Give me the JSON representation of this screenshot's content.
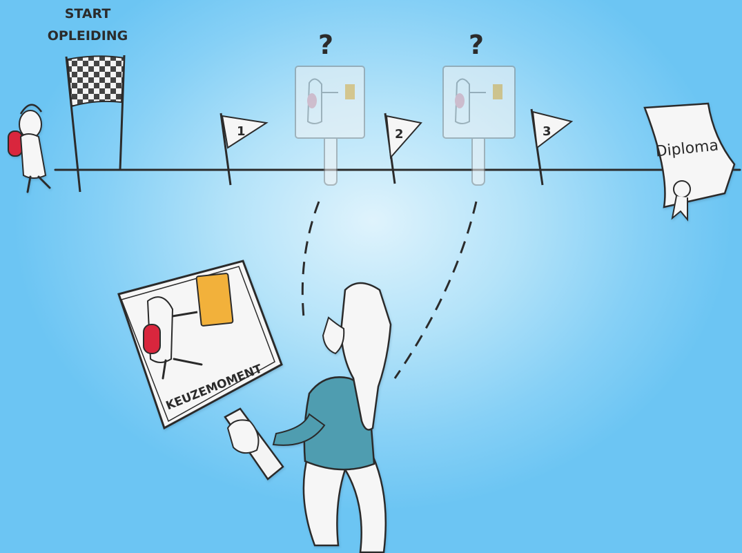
{
  "start": {
    "line1": "START",
    "line2": "OPLEIDING"
  },
  "milestones": [
    {
      "label": "1"
    },
    {
      "label": "2"
    },
    {
      "label": "3"
    }
  ],
  "question_marks": [
    "?",
    "?"
  ],
  "diploma": "Diploma",
  "sign_label": "KEUZEMOMENT",
  "colors": {
    "background": "#86d0f6",
    "ink": "#2b2b2b",
    "backpack": "#d9283c",
    "card": "#f2b13a",
    "shirt": "#4f9db0"
  }
}
